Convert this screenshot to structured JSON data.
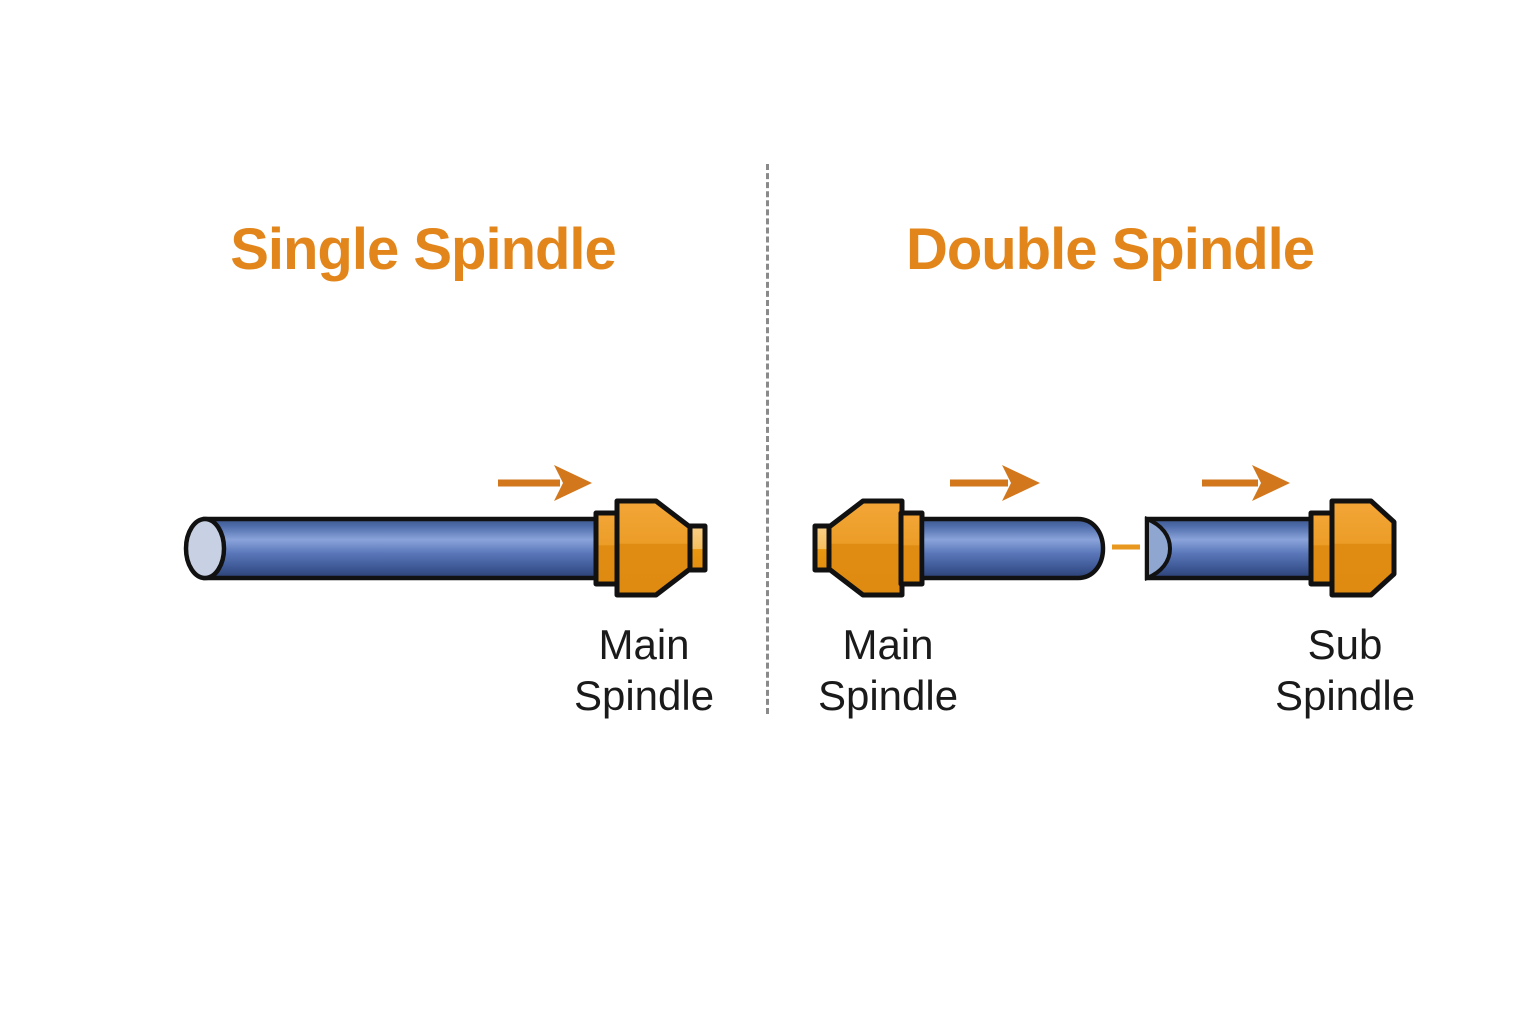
{
  "panels": {
    "single": {
      "title": "Single Spindle",
      "main_label": "Main\nSpindle"
    },
    "double": {
      "title": "Double Spindle",
      "main_label": "Main\nSpindle",
      "sub_label": "Sub\nSpindle"
    }
  },
  "colors": {
    "background": "#ffffff",
    "title_orange": "#e2861c",
    "arrow_orange": "#d2771c",
    "chuck_orange_light": "#f3a637",
    "chuck_orange_dark": "#e08c12",
    "chuck_tip_light": "#f5bf5e",
    "rod_blue": "#5a77b9",
    "rod_highlight": "#8aa3da",
    "rod_shadow": "#2d4173",
    "rod_end_face": "#c8d1e3",
    "rod_cut_face": "#8ea6d0",
    "gap_dash_orange": "#e8971f",
    "outline_black": "#111111",
    "label_black": "#1a1a1a",
    "divider_gray": "#8a8a8a"
  }
}
